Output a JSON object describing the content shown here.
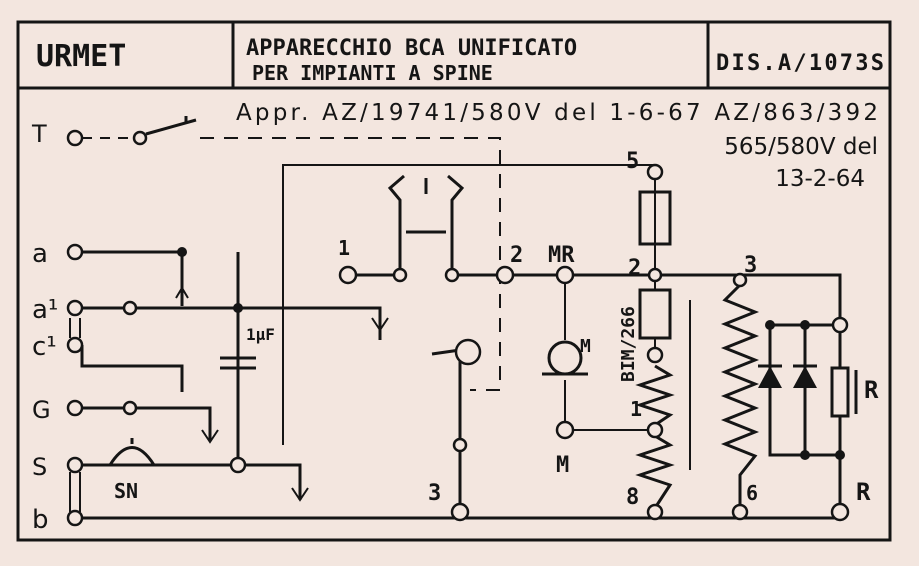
{
  "header": {
    "brand": "URMET",
    "title_line1": "APPARECCHIO BCA UNIFICATO",
    "title_line2": "PER IMPIANTI A SPINE",
    "drawing_number": "DIS.A/1073S"
  },
  "approval": {
    "line1": "Appr. AZ/19741/580V del 1-6-67  AZ/863/392",
    "line2": "565/580V del",
    "line3": "13-2-64"
  },
  "terminals_left": [
    "T",
    "a",
    "a¹",
    "c¹",
    "G",
    "S",
    "b"
  ],
  "labels": {
    "term_1": "1",
    "term_2": "2",
    "mr": "MR",
    "term_5": "5",
    "term_2b": "2",
    "term_3": "3",
    "bim": "BIM/266",
    "mic_m": "M",
    "m_label": "M",
    "term_1b": "1",
    "term_8": "8",
    "term_6": "6",
    "term_3b": "3",
    "r_top": "R",
    "r_bottom": "R",
    "capacitor": "1µF",
    "sn": "SN"
  }
}
